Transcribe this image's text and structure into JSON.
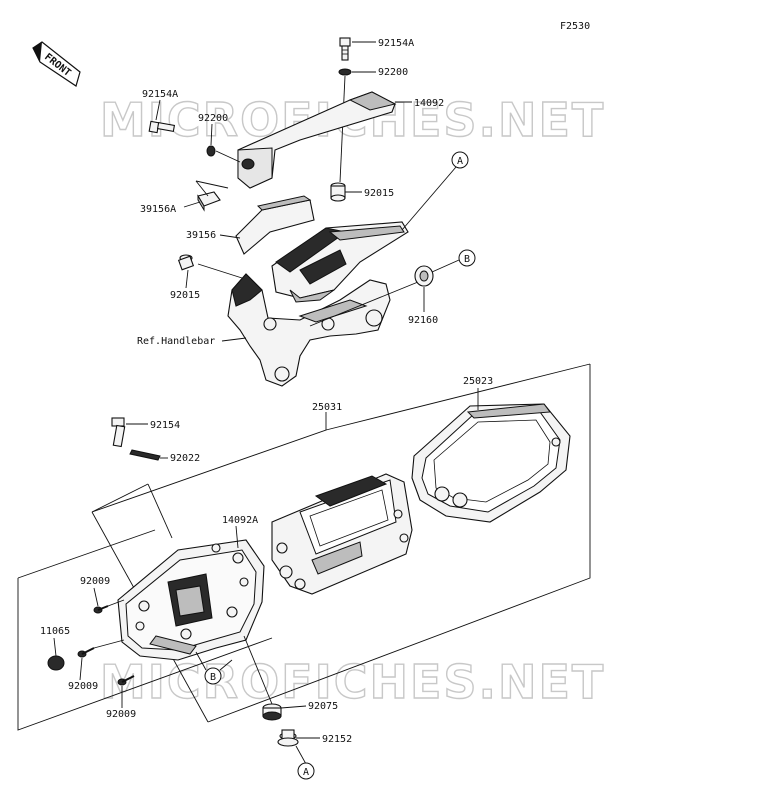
{
  "figure_code": "F2530",
  "front_label": "FRONT",
  "watermark": "MICROFICHES.NET",
  "callouts": {
    "a": "A",
    "b": "B"
  },
  "labels": {
    "p92154A_top": "92154A",
    "p92200_top": "92200",
    "p14092": "14092",
    "p92154A_left": "92154A",
    "p92200_left": "92200",
    "p92015_right": "92015",
    "p39156A": "39156A",
    "p39156": "39156",
    "p92015_left": "92015",
    "p92160": "92160",
    "ref_handlebar": "Ref.Handlebar",
    "p25031": "25031",
    "p25023": "25023",
    "p92154": "92154",
    "p92022": "92022",
    "p14092A": "14092A",
    "p92009_a": "92009",
    "p11065": "11065",
    "p92009_b": "92009",
    "p92009_c": "92009",
    "p92075": "92075",
    "p92152": "92152"
  }
}
